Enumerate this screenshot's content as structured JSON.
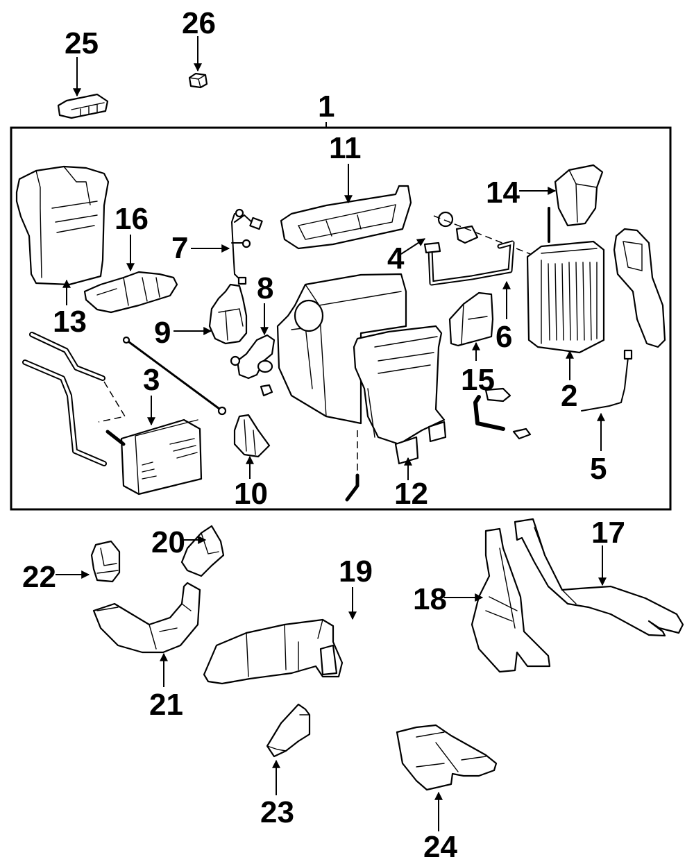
{
  "diagram": {
    "title": "A/C & Heater Components — exploded parts view",
    "assembly_group_label": "1",
    "colors": {
      "line": "#000000",
      "background": "#ffffff"
    },
    "callouts": [
      {
        "id": "1",
        "label": "1",
        "part": "heater-ac-unit-assembly"
      },
      {
        "id": "2",
        "label": "2",
        "part": "evaporator-core"
      },
      {
        "id": "3",
        "label": "3",
        "part": "heater-core"
      },
      {
        "id": "4",
        "label": "4",
        "part": "expansion-valve"
      },
      {
        "id": "5",
        "label": "5",
        "part": "thermistor-sensor"
      },
      {
        "id": "6",
        "label": "6",
        "part": "refrigerant-tube"
      },
      {
        "id": "7",
        "label": "7",
        "part": "wiring-harness"
      },
      {
        "id": "8",
        "label": "8",
        "part": "mode-servo"
      },
      {
        "id": "9",
        "label": "9",
        "part": "blend-door-actuator"
      },
      {
        "id": "10",
        "label": "10",
        "part": "actuator"
      },
      {
        "id": "11",
        "label": "11",
        "part": "upper-case"
      },
      {
        "id": "12",
        "label": "12",
        "part": "lower-case"
      },
      {
        "id": "13",
        "label": "13",
        "part": "duct-housing"
      },
      {
        "id": "14",
        "label": "14",
        "part": "air-duct"
      },
      {
        "id": "15",
        "label": "15",
        "part": "bracket"
      },
      {
        "id": "16",
        "label": "16",
        "part": "floor-duct"
      },
      {
        "id": "17",
        "label": "17",
        "part": "rear-floor-duct"
      },
      {
        "id": "18",
        "label": "18",
        "part": "rear-floor-duct-left"
      },
      {
        "id": "19",
        "label": "19",
        "part": "defroster-duct"
      },
      {
        "id": "20",
        "label": "20",
        "part": "side-vent-elbow"
      },
      {
        "id": "21",
        "label": "21",
        "part": "center-vent-duct"
      },
      {
        "id": "22",
        "label": "22",
        "part": "side-vent-duct"
      },
      {
        "id": "23",
        "label": "23",
        "part": "vent-connector"
      },
      {
        "id": "24",
        "label": "24",
        "part": "center-outlet"
      },
      {
        "id": "25",
        "label": "25",
        "part": "control-module"
      },
      {
        "id": "26",
        "label": "26",
        "part": "relay"
      }
    ]
  }
}
